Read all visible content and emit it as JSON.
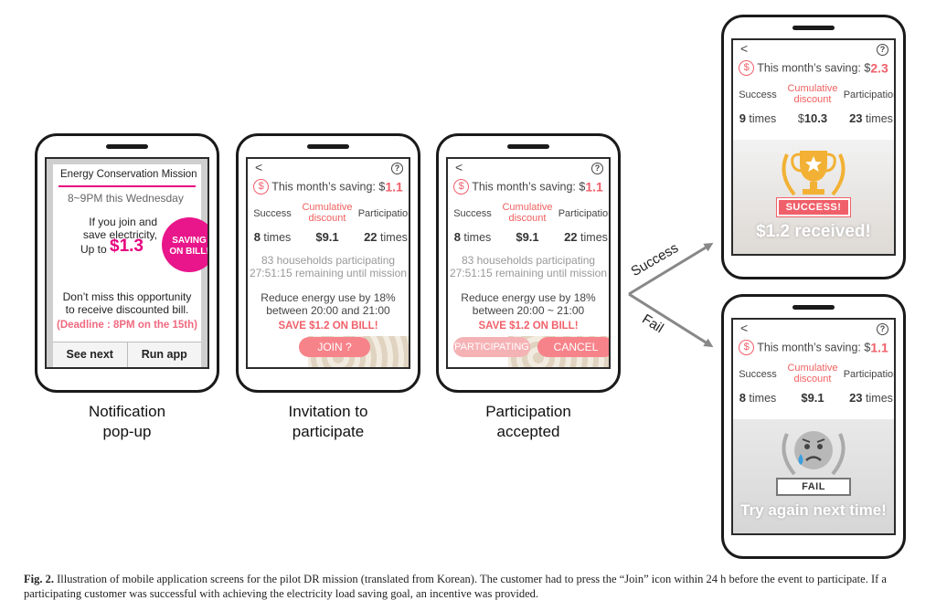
{
  "caption": {
    "fig_label": "Fig. 2.",
    "text": " Illustration of mobile application screens for the pilot DR mission (translated from Korean). The customer had to press the “Join” icon within 24 h before the event to participate. If a participating customer was successful with achieving the electricity load saving goal, an incentive was provided."
  },
  "labels": {
    "notification": [
      "Notification",
      "pop-up"
    ],
    "invitation": [
      "Invitation to",
      "participate"
    ],
    "accepted": [
      "Participation",
      "accepted"
    ]
  },
  "arrows": {
    "success": "Success",
    "fail": "Fail"
  },
  "notification": {
    "title": "Energy Conservation Mission",
    "date": "8~9PM this Wednesday",
    "join_text": "If you join and save electricity,",
    "up_to": "Up to",
    "amount": "$1.3",
    "badge": [
      "SAVING",
      "ON BILL!"
    ],
    "miss_text": "Don’t miss this opportunity to receive discounted bill.",
    "deadline": "(Deadline : 8PM on the 15th)",
    "btn_next": "See next",
    "btn_run": "Run app"
  },
  "common": {
    "back": "<",
    "help": "?",
    "dollar": "$",
    "saving_label": "This month’s saving: $",
    "success_label": "Success",
    "cum_label": [
      "Cumulative",
      "discount"
    ],
    "participation_label": "Participation",
    "times": "times"
  },
  "invitation": {
    "saving": "1.1",
    "success": "8",
    "cumulative": "$9.1",
    "participation": "22",
    "households": "83 households participating",
    "remaining": "27:51:15 remaining until mission",
    "reduce": [
      "Reduce energy use by 18%",
      "between 20:00 and 21:00"
    ],
    "save": "SAVE $1.2 ON BILL!",
    "join_btn": "JOIN ?"
  },
  "accepted": {
    "saving": "1.1",
    "success": "8",
    "cumulative": "$9.1",
    "participation": "22",
    "households": "83 households participating",
    "remaining": "27:51:15 remaining until mission",
    "reduce": [
      "Reduce energy use by 18%",
      "between 20:00 ~ 21:00"
    ],
    "save": "SAVE $1.2 ON BILL!",
    "participating_btn": "PARTICIPATING",
    "cancel_btn": "CANCEL"
  },
  "success_screen": {
    "saving": "2.3",
    "success": "9",
    "cumulative_prefix": "$",
    "cumulative": "10.3",
    "participation": "23",
    "banner": "SUCCESS!",
    "result": "$1.2 received!"
  },
  "fail_screen": {
    "saving": "1.1",
    "success": "8",
    "cumulative": "$9.1",
    "participation": "23",
    "banner": "FAIL",
    "result": "Try again next time!"
  },
  "colors": {
    "pink": "#e6007e",
    "coral": "#f0606a",
    "gold": "#f2b134"
  }
}
